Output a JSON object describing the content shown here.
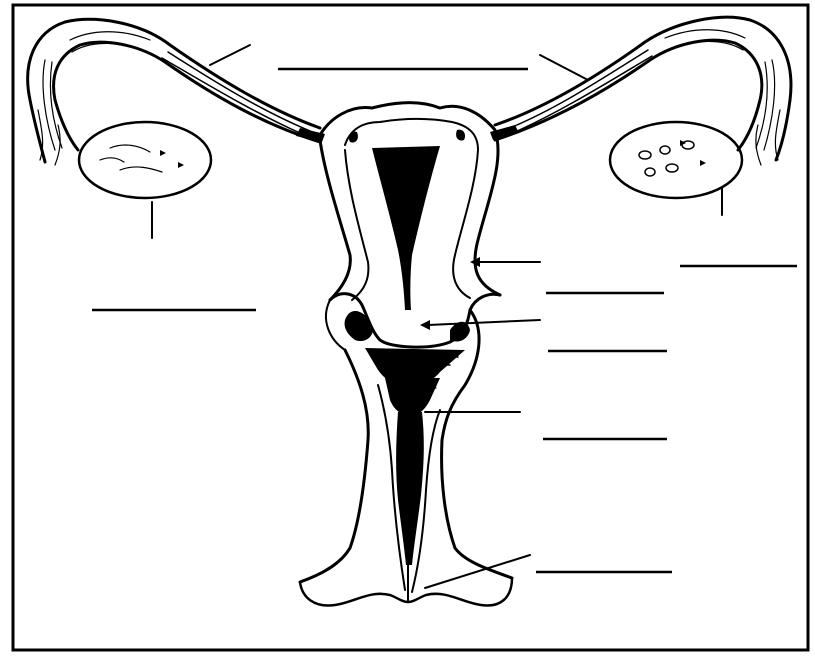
{
  "figure": {
    "title": "",
    "labels": []
  },
  "structures": [
    "fallopian-tube-left",
    "fallopian-tube-right",
    "ovary-left",
    "ovary-right",
    "uterus",
    "uterine-cavity",
    "cervix",
    "vagina",
    "vaginal-opening"
  ],
  "colors": {
    "ink": "#000000",
    "paper": "#ffffff"
  }
}
